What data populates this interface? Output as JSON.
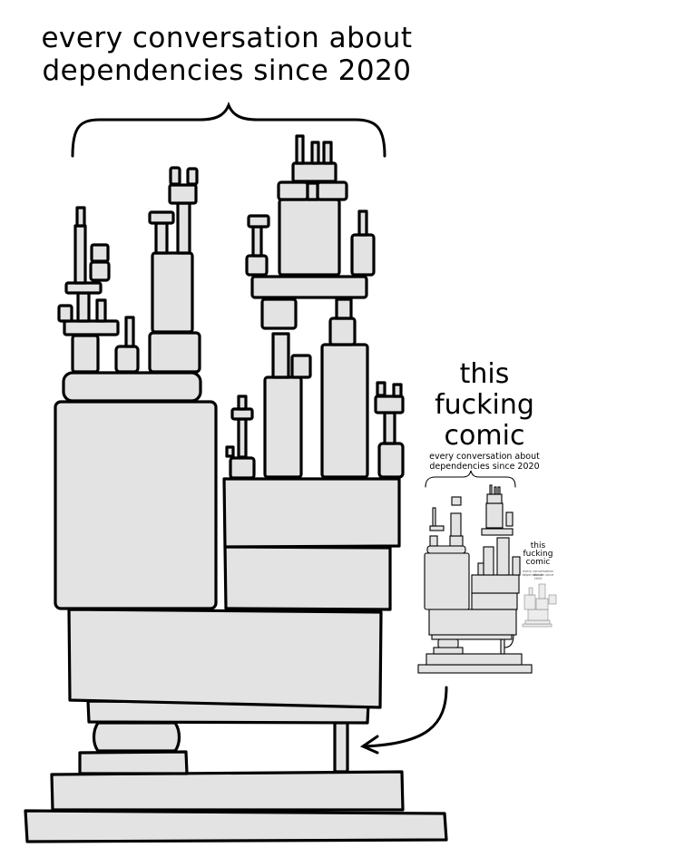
{
  "comic": {
    "title_line_1": "every conversation about",
    "title_line_2": "dependencies since 2020",
    "side_caption_line_1": "this",
    "side_caption_line_2": "fucking",
    "side_caption_line_3": "comic"
  },
  "miniature": {
    "title_line_1": "every conversation about",
    "title_line_2": "dependencies since 2020",
    "side_caption_line_1": "this",
    "side_caption_line_2": "fucking",
    "side_caption_line_3": "comic"
  },
  "colors": {
    "block_fill": "#e3e3e3",
    "outline": "#000000",
    "background": "#ffffff"
  },
  "icons": {
    "brace": "curly-brace-icon",
    "arrow": "curved-arrow-icon"
  }
}
